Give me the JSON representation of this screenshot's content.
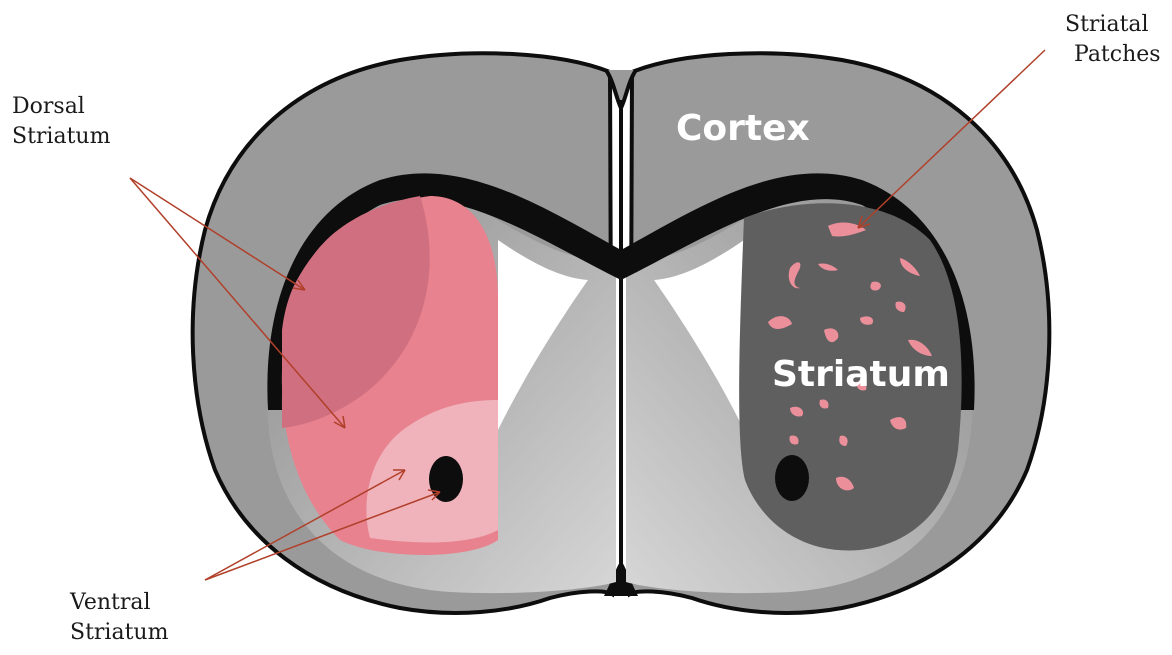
{
  "labels": {
    "dorsal_striatum": [
      "Dorsal",
      "Striatum"
    ],
    "striatal_patches": [
      "Striatal",
      "Patches"
    ],
    "ventral_striatum": [
      "Ventral",
      "Striatum"
    ]
  },
  "regions": {
    "cortex": "Cortex",
    "striatum": "Striatum"
  },
  "colors": {
    "outline": "#0d0d0d",
    "cortex_gray": "#9a9a9a",
    "striatum_dark": "#5f5f5f",
    "dorsal_dark_pink": "#d06f80",
    "dorsal_pink": "#e7828e",
    "ventral_light_pink": "#f0b2bb",
    "patch_pink": "#eb8f9b",
    "arrow": "#b0402a"
  }
}
